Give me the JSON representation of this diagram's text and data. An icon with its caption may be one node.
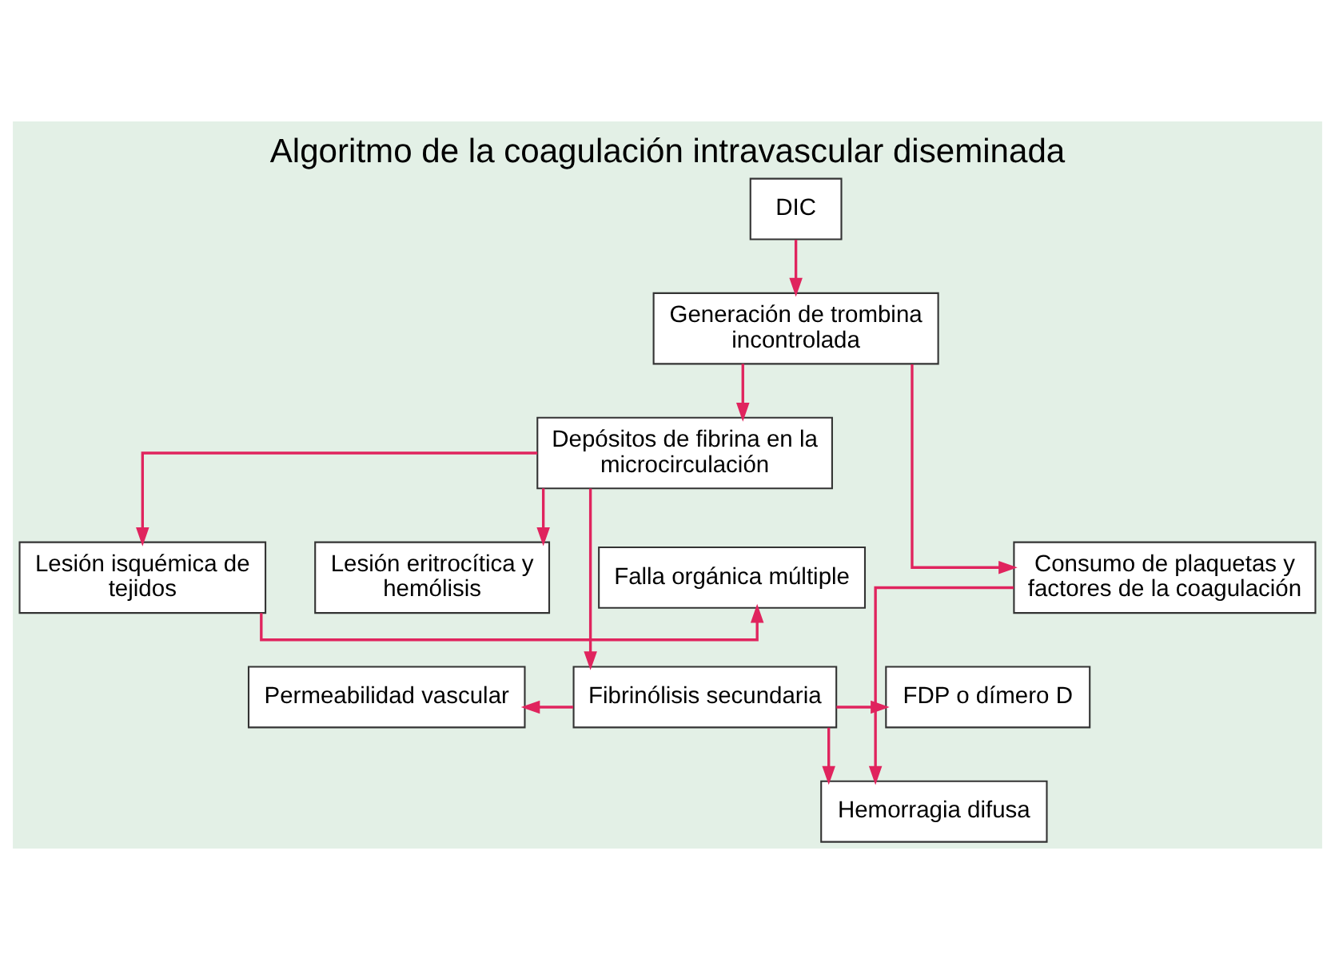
{
  "diagram": {
    "title": "Algoritmo de la coagulación intravascular diseminada",
    "nodes": [
      {
        "text": [
          "DIC"
        ]
      },
      {
        "text": [
          "Generación de trombina incontrolada"
        ]
      },
      {
        "text": [
          "Depósitos de fibrina en la microcirculación"
        ]
      },
      {
        "text": [
          "Consumo de plaquetas y factores de la coagulación"
        ]
      },
      {
        "text": [
          "Falla orgánica múltiple"
        ]
      },
      {
        "text": [
          "Lesión isquémica de tejidos"
        ]
      },
      {
        "text": [
          "Lesión eritrocítica y hemólisis"
        ]
      },
      {
        "text": [
          "Permeabilidad vascular"
        ]
      },
      {
        "text": [
          "Fibrinólisis secundaria"
        ]
      },
      {
        "text": [
          "FDP o dímero D"
        ]
      },
      {
        "text": [
          "Hemorragia difusa"
        ]
      }
    ],
    "edges": [
      {
        "from": 0,
        "to": 1,
        "arrow": "to"
      },
      {
        "from": 1,
        "to": 2,
        "arrow": "to"
      },
      {
        "from": 1,
        "to": 3,
        "arrow": "to"
      },
      {
        "from": 2,
        "to": 5,
        "arrow": "to"
      },
      {
        "from": 2,
        "to": 6,
        "arrow": "to"
      },
      {
        "from": 2,
        "to": 8,
        "arrow": "to"
      },
      {
        "from": 5,
        "to": 4,
        "arrow": "to"
      },
      {
        "from": 8,
        "to": 7,
        "arrow": "to"
      },
      {
        "from": 8,
        "to": 9,
        "arrow": "to"
      },
      {
        "from": 8,
        "to": 10,
        "arrow": "to"
      },
      {
        "from": 3,
        "to": 10,
        "arrow": "to"
      }
    ]
  }
}
